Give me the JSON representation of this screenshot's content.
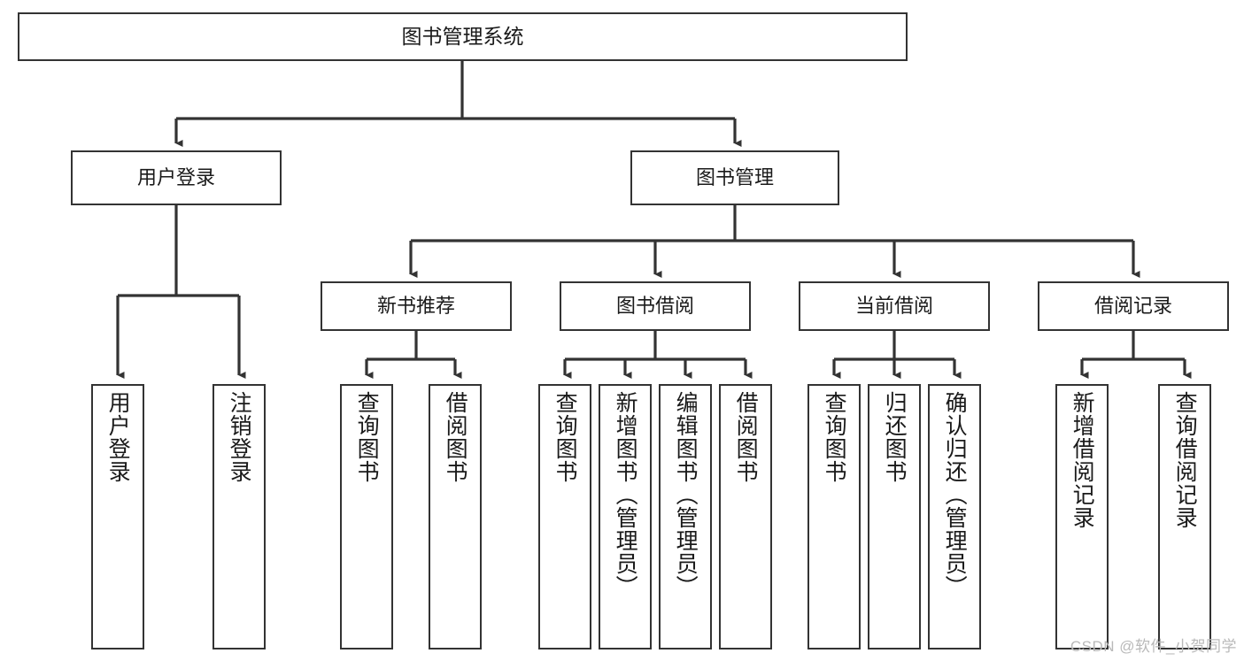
{
  "diagram": {
    "title": "图书管理系统",
    "type": "hierarchy-tree",
    "watermark": "CSDN @软件_小贺同学",
    "colors": {
      "box_border": "#333333",
      "box_fill": "#ffffff",
      "connector": "#333333",
      "text": "#1a1a1a",
      "watermark": "#b9b9b9",
      "background": "#ffffff"
    },
    "root": {
      "label": "图书管理系统"
    },
    "level2": [
      {
        "id": "user-login",
        "label": "用户登录"
      },
      {
        "id": "book-manage",
        "label": "图书管理"
      }
    ],
    "level3": [
      {
        "id": "new-book-rec",
        "label": "新书推荐"
      },
      {
        "id": "book-borrow",
        "label": "图书借阅"
      },
      {
        "id": "current-borrow",
        "label": "当前借阅"
      },
      {
        "id": "borrow-record",
        "label": "借阅记录"
      }
    ],
    "leaves": {
      "user-login": [
        {
          "id": "leaf-user-login",
          "label": "用户登录"
        },
        {
          "id": "leaf-logout",
          "label": "注销登录"
        }
      ],
      "new-book-rec": [
        {
          "id": "leaf-query-book-1",
          "label": "查询图书"
        },
        {
          "id": "leaf-borrow-book-1",
          "label": "借阅图书"
        }
      ],
      "book-borrow": [
        {
          "id": "leaf-query-book-2",
          "label": "查询图书"
        },
        {
          "id": "leaf-add-book",
          "label": "新增图书（管理员）"
        },
        {
          "id": "leaf-edit-book",
          "label": "编辑图书（管理员）"
        },
        {
          "id": "leaf-borrow-book-2",
          "label": "借阅图书"
        }
      ],
      "current-borrow": [
        {
          "id": "leaf-query-book-3",
          "label": "查询图书"
        },
        {
          "id": "leaf-return-book",
          "label": "归还图书"
        },
        {
          "id": "leaf-confirm-return",
          "label": "确认归还（管理员）"
        }
      ],
      "borrow-record": [
        {
          "id": "leaf-add-record",
          "label": "新增借阅记录"
        },
        {
          "id": "leaf-query-record",
          "label": "查询借阅记录"
        }
      ]
    }
  }
}
